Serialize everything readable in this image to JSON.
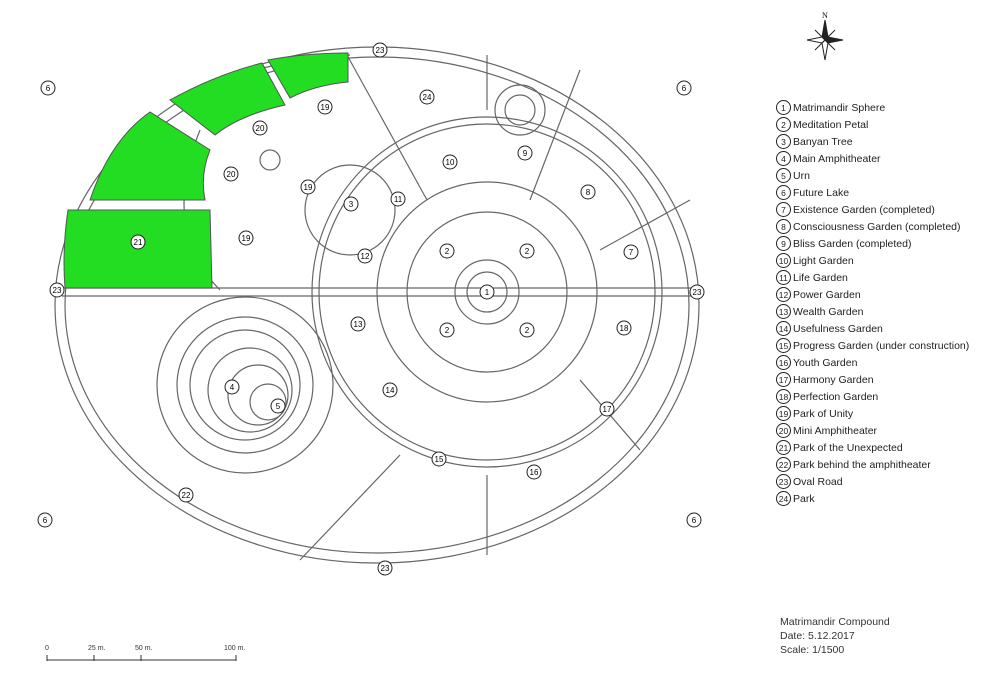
{
  "title": "Matrimandir Compound",
  "date": "Date: 5.12.2017",
  "scale_text": "Scale: 1/1500",
  "compass_label": "N",
  "scale_bar": [
    "0",
    "25 m.",
    "50 m.",
    "100 m."
  ],
  "highlight_color": "#22dd22",
  "legend": [
    {
      "n": "1",
      "label": "Matrimandir Sphere"
    },
    {
      "n": "2",
      "label": "Meditation Petal"
    },
    {
      "n": "3",
      "label": "Banyan Tree"
    },
    {
      "n": "4",
      "label": "Main Amphitheater"
    },
    {
      "n": "5",
      "label": "Urn"
    },
    {
      "n": "6",
      "label": "Future Lake"
    },
    {
      "n": "7",
      "label": "Existence Garden (completed)"
    },
    {
      "n": "8",
      "label": "Consciousness Garden (completed)"
    },
    {
      "n": "9",
      "label": "Bliss Garden (completed)"
    },
    {
      "n": "10",
      "label": "Light Garden"
    },
    {
      "n": "11",
      "label": "Life Garden"
    },
    {
      "n": "12",
      "label": "Power Garden"
    },
    {
      "n": "13",
      "label": "Wealth Garden"
    },
    {
      "n": "14",
      "label": "Usefulness Garden"
    },
    {
      "n": "15",
      "label": "Progress Garden (under construction)"
    },
    {
      "n": "16",
      "label": "Youth Garden"
    },
    {
      "n": "17",
      "label": "Harmony Garden"
    },
    {
      "n": "18",
      "label": "Perfection Garden"
    },
    {
      "n": "19",
      "label": "Park of Unity"
    },
    {
      "n": "20",
      "label": "Mini Amphitheater"
    },
    {
      "n": "21",
      "label": "Park of the Unexpected"
    },
    {
      "n": "22",
      "label": "Park behind the amphitheater"
    },
    {
      "n": "23",
      "label": "Oval Road"
    },
    {
      "n": "24",
      "label": "Park"
    }
  ],
  "map_markers": [
    "23",
    "23",
    "23",
    "23",
    "6",
    "6",
    "6",
    "6",
    "24",
    "19",
    "19",
    "19",
    "20",
    "20",
    "10",
    "9",
    "8",
    "7",
    "3",
    "11",
    "21",
    "12",
    "2",
    "2",
    "2",
    "2",
    "1",
    "13",
    "18",
    "4",
    "5",
    "14",
    "17",
    "15",
    "16",
    "22"
  ]
}
